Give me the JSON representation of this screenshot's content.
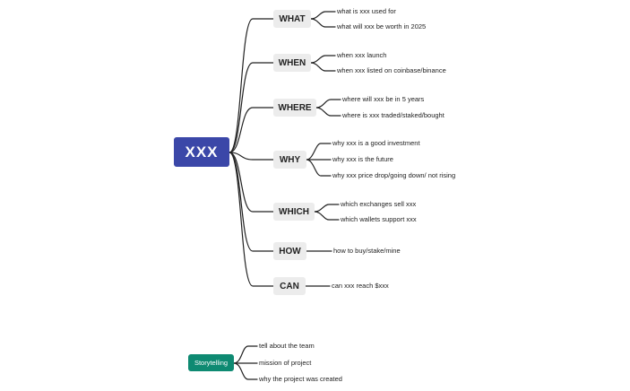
{
  "root": {
    "label": "XXX"
  },
  "topics": [
    {
      "label": "WHAT",
      "leaves": [
        "what is xxx used for",
        "what will xxx be worth in 2025"
      ]
    },
    {
      "label": "WHEN",
      "leaves": [
        "when xxx launch",
        "when xxx listed on coinbase/binance"
      ]
    },
    {
      "label": "WHERE",
      "leaves": [
        "where will xxx be in 5 years",
        "where is xxx traded/staked/bought"
      ]
    },
    {
      "label": "WHY",
      "leaves": [
        "why xxx is a good investment",
        "why xxx is the future",
        "why xxx price drop/going down/ not rising"
      ]
    },
    {
      "label": "WHICH",
      "leaves": [
        "which exchanges sell xxx",
        "which wallets support xxx"
      ]
    },
    {
      "label": "HOW",
      "leaves": [
        "how to buy/stake/mine"
      ]
    },
    {
      "label": "CAN",
      "leaves": [
        "can xxx reach $xxx"
      ]
    }
  ],
  "storytelling": {
    "label": "Storytelling",
    "leaves": [
      "tell about the team",
      "mission of project",
      "why the project was created"
    ]
  },
  "colors": {
    "root": "#3b47a8",
    "topic_bg": "#ececec",
    "storytelling": "#0e8a72",
    "line": "#222222"
  }
}
